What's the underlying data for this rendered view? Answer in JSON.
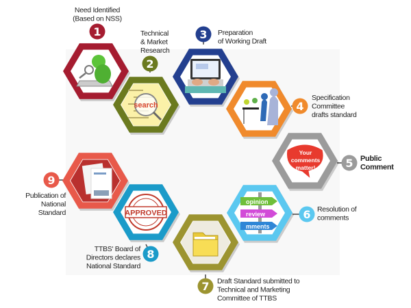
{
  "steps": [
    {
      "number": "1",
      "label": [
        "Need Identified",
        "(Based on NSS)"
      ],
      "color": "#a51c30",
      "icon": "person-magnifier-icon"
    },
    {
      "number": "2",
      "label": [
        "Technical",
        "& Market",
        "Research"
      ],
      "color": "#6b7a1f",
      "icon": "search-magnifier-icon",
      "illustration_text": "search"
    },
    {
      "number": "3",
      "label": [
        "Preparation",
        "of Working Draft"
      ],
      "color": "#233f8f",
      "icon": "laptop-typing-icon"
    },
    {
      "number": "4",
      "label": [
        "Specification",
        "Committee",
        "drafts standard"
      ],
      "color": "#f08a2c",
      "icon": "committee-meeting-icon"
    },
    {
      "number": "5",
      "label": [
        "Public",
        "Comment"
      ],
      "color": "#9b9b9b",
      "icon": "speech-bubble-icon",
      "illustration_text": [
        "Your",
        "comments",
        "matter!"
      ]
    },
    {
      "number": "6",
      "label": [
        "Resolution of",
        "comments"
      ],
      "color": "#5bc8f0",
      "icon": "signpost-arrows-icon",
      "illustration_text": [
        "opinion",
        "review",
        "mments"
      ]
    },
    {
      "number": "7",
      "label": [
        "Draft Standard submitted to",
        "Technical and Marketing",
        "Committee of TTBS"
      ],
      "color": "#9c9430",
      "icon": "folder-icon"
    },
    {
      "number": "8",
      "label": [
        "TTBS' Board of",
        "Directors declares",
        "National Standard"
      ],
      "color": "#1b9bc9",
      "icon": "approved-stamp-icon",
      "illustration_text": "APPROVED"
    },
    {
      "number": "9",
      "label": [
        "Publication of",
        "National",
        "Standard"
      ],
      "color": "#e8594a",
      "icon": "published-documents-icon"
    }
  ]
}
